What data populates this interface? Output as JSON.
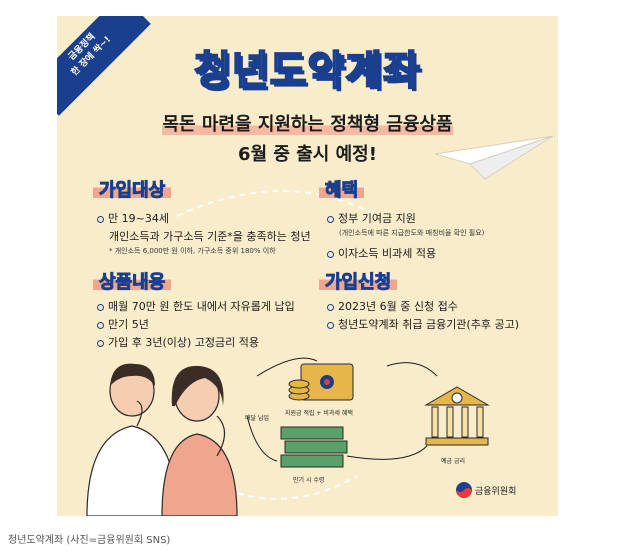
{
  "ribbon": {
    "line1": "금융정책",
    "line2": "한 장에 싹~!"
  },
  "title": "청년도약계좌",
  "subtitle": "목돈 마련을 지원하는 정책형 금융상품",
  "subtitle2": "6월 중 출시 예정!",
  "sections": {
    "eligibility": {
      "title": "가입대상",
      "items": [
        "만 19~34세",
        "개인소득과 가구소득 기준*을 충족하는 청년"
      ],
      "note": "* 개인소득 6,000만 원 이하, 가구소득 중위 180% 이하"
    },
    "benefits": {
      "title": "혜택",
      "items": [
        "정부 기여금 지원",
        "이자소득 비과세 적용"
      ],
      "note": "(개인소득에 따른 지급한도와 매칭비율 확인 필요)"
    },
    "product": {
      "title": "상품내용",
      "items": [
        "매월 70만 원 한도 내에서 자유롭게 납입",
        "만기 5년",
        "가입 후 3년(이상) 고정금리 적용"
      ]
    },
    "apply": {
      "title": "가입신청",
      "items": [
        "2023년 6월 중 신청 접수",
        "청년도약계좌 취급 금융기관(추후 공고)"
      ]
    }
  },
  "diagram": {
    "monthly": "매달 납입",
    "support": "지원금 적립 + 비과세 혜택",
    "bank": "예금 금리",
    "maturity": "만기 시 수령"
  },
  "logo": "금융위원회",
  "caption": "청년도약계좌 (사진=금융위원회 SNS)",
  "colors": {
    "navy": "#1b3f8f",
    "salmon": "#f0a68e",
    "cream": "#f9eccb",
    "gold": "#e7b64a"
  }
}
